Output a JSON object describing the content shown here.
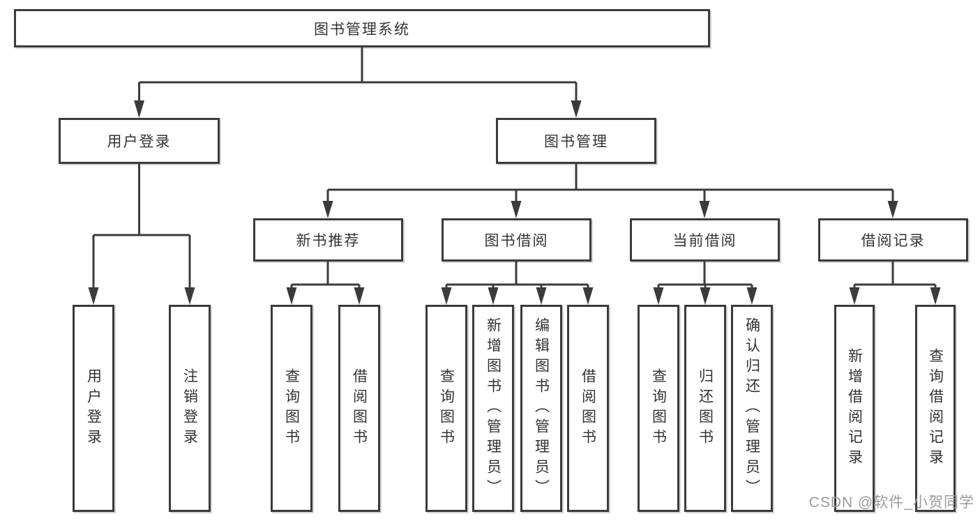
{
  "diagram": {
    "tree": {
      "root": "图书管理系统",
      "children": [
        {
          "label": "用户登录",
          "children": [
            "用户登录",
            "注销登录"
          ]
        },
        {
          "label": "图书管理",
          "children": [
            {
              "label": "新书推荐",
              "children": [
                "查询图书",
                "借阅图书"
              ]
            },
            {
              "label": "图书借阅",
              "children": [
                "查询图书",
                "新增图书（管理员）",
                "编辑图书（管理员）",
                "借阅图书"
              ]
            },
            {
              "label": "当前借阅",
              "children": [
                "查询图书",
                "归还图书",
                "确认归还（管理员）"
              ]
            },
            {
              "label": "借阅记录",
              "children": [
                "新增借阅记录",
                "查询借阅记录"
              ]
            }
          ]
        }
      ]
    },
    "colors": {
      "line": "#3b3b3b",
      "text": "#333333",
      "background": "#ffffff",
      "watermark": "#9b9b9b"
    }
  },
  "watermark": {
    "text": "CSDN @软件_小贺同学"
  }
}
